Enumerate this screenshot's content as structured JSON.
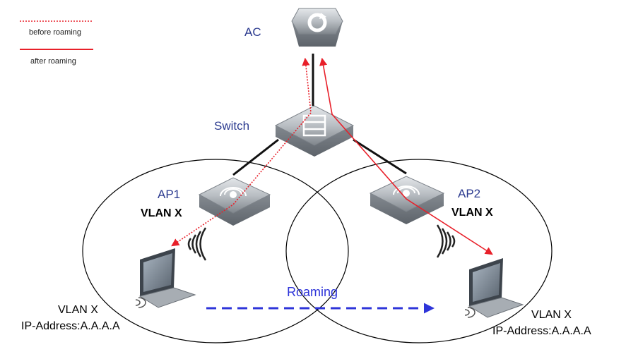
{
  "legend": {
    "before_label": "before roaming",
    "after_label": "after roaming",
    "line_color": "#e8202a"
  },
  "devices": {
    "ac": {
      "label": "AC",
      "icon": "access-controller-icon"
    },
    "switch": {
      "label": "Switch",
      "icon": "switch-icon"
    },
    "ap1": {
      "label": "AP1",
      "vlan": "VLAN X",
      "icon": "access-point-icon"
    },
    "ap2": {
      "label": "AP2",
      "vlan": "VLAN X",
      "icon": "access-point-icon"
    }
  },
  "clients": {
    "left": {
      "vlan": "VLAN X",
      "ip": "IP-Address:A.A.A.A",
      "icon": "laptop-icon"
    },
    "right": {
      "vlan": "VLAN X",
      "ip": "IP-Address:A.A.A.A",
      "icon": "laptop-icon"
    }
  },
  "roaming": {
    "label": "Roaming",
    "color": "#2e35d9"
  }
}
